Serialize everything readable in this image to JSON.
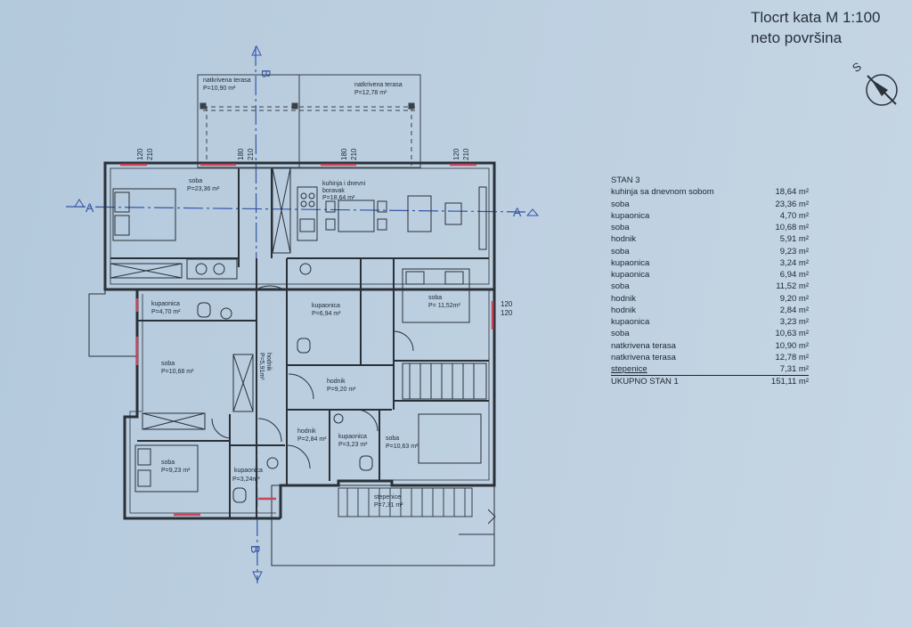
{
  "drawing_title": {
    "line1": "Tlocrt kata M 1:100",
    "line2": "neto površina"
  },
  "north_arrow_label": "S",
  "section_marks": {
    "a": "A",
    "b": "B"
  },
  "legend": {
    "heading": "STAN 3",
    "rows": [
      {
        "name": "kuhinja sa dnevnom sobom",
        "value": "18,64 m²"
      },
      {
        "name": "soba",
        "value": "23,36 m²"
      },
      {
        "name": "kupaonica",
        "value": "4,70 m²"
      },
      {
        "name": "soba",
        "value": "10,68 m²"
      },
      {
        "name": "hodnik",
        "value": "5,91 m²"
      },
      {
        "name": "soba",
        "value": "9,23 m²"
      },
      {
        "name": "kupaonica",
        "value": "3,24 m²"
      },
      {
        "name": "kupaonica",
        "value": "6,94 m²"
      },
      {
        "name": "soba",
        "value": "11,52 m²"
      },
      {
        "name": "hodnik",
        "value": "9,20 m²"
      },
      {
        "name": "hodnik",
        "value": "2,84 m²"
      },
      {
        "name": "kupaonica",
        "value": "3,23 m²"
      },
      {
        "name": "soba",
        "value": "10,63 m²"
      },
      {
        "name": "natkrivena terasa",
        "value": "10,90 m²"
      },
      {
        "name": "natkrivena terasa",
        "value": "12,78 m²"
      },
      {
        "name": "stepenice",
        "value": "7,31 m²"
      }
    ],
    "total": {
      "name": "UKUPNO STAN 1",
      "value": "151,11 m²"
    }
  },
  "rooms": {
    "terrace1": {
      "name": "natkrivena terasa",
      "area": "P=10,90 m²"
    },
    "terrace2": {
      "name": "natkrivena terasa",
      "area": "P=12,78 m²"
    },
    "soba_nw": {
      "name": "soba",
      "area": "P=23,36 m²"
    },
    "kitchen": {
      "name1": "kuhinja i dnevni",
      "name2": "boravak",
      "area": "P=18,64 m²"
    },
    "bath_w": {
      "name": "kupaonica",
      "area": "P=4,70 m²"
    },
    "bath_c": {
      "name": "kupaonica",
      "area": "P=6,94 m²"
    },
    "soba_e": {
      "name": "soba",
      "area": "P= 11,52m²"
    },
    "soba_w": {
      "name": "soba",
      "area": "P=10,68 m²"
    },
    "hodnik_v": {
      "name": "hodnik",
      "area": "P=5,91m²"
    },
    "hodnik_c": {
      "name": "hodnik",
      "area": "P=9,20 m²"
    },
    "hodnik_s": {
      "name": "hodnik",
      "area": "P=2,84 m²"
    },
    "bath_s": {
      "name": "kupaonica",
      "area": "P=3,23 m²"
    },
    "soba_se": {
      "name": "soba",
      "area": "P=10,63 m²"
    },
    "soba_sw": {
      "name": "soba",
      "area": "P=9,23 m²"
    },
    "bath_sw": {
      "name": "kupaonica",
      "area": "P=3,24m²"
    },
    "stairs": {
      "name": "stepenice",
      "area": "P=7,31 m²"
    }
  },
  "window_dims": {
    "w1": [
      "120",
      "210"
    ],
    "w2": [
      "180",
      "210"
    ],
    "w3": [
      "180",
      "210"
    ],
    "w4": [
      "120",
      "210"
    ],
    "w5": [
      "120",
      "120"
    ]
  },
  "colors": {
    "wall": "#2a3038",
    "accent_section": "#3456a6",
    "window": "#c8455a",
    "paper": "#b8ccde"
  }
}
